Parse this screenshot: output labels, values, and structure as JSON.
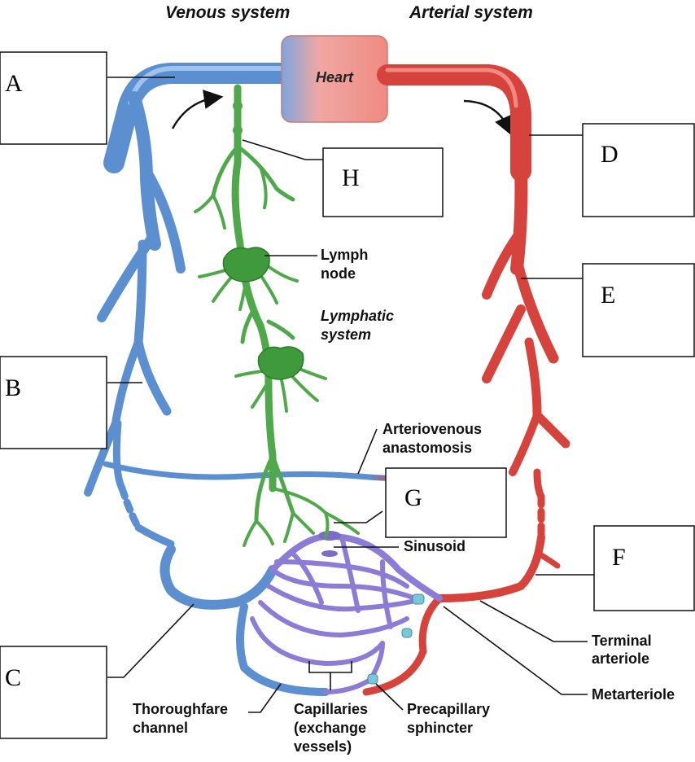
{
  "headers": {
    "venous": "Venous system",
    "arterial": "Arterial system"
  },
  "heart_label": "Heart",
  "labels": {
    "lymph_node_1": "Lymph",
    "lymph_node_2": "node",
    "lymphatic_1": "Lymphatic",
    "lymphatic_2": "system",
    "av_anastomosis_1": "Arteriovenous",
    "av_anastomosis_2": "anastomosis",
    "sinusoid": "Sinusoid",
    "terminal_arteriole_1": "Terminal",
    "terminal_arteriole_2": "arteriole",
    "metarteriole": "Metarteriole",
    "thoroughfare_1": "Thoroughfare",
    "thoroughfare_2": "channel",
    "capillaries_1": "Capillaries",
    "capillaries_2": "(exchange",
    "capillaries_3": "vessels)",
    "precapillary_1": "Precapillary",
    "precapillary_2": "sphincter"
  },
  "answer_boxes": {
    "a": "A",
    "b": "B",
    "c": "C",
    "d": "D",
    "e": "E",
    "f": "F",
    "g": "G",
    "h": "H"
  },
  "colors": {
    "vein": "#5b8fd0",
    "artery": "#d5433c",
    "capillary": "#8c7cd6",
    "lymphatic": "#4fa84a",
    "heart": "#f2a09a"
  }
}
